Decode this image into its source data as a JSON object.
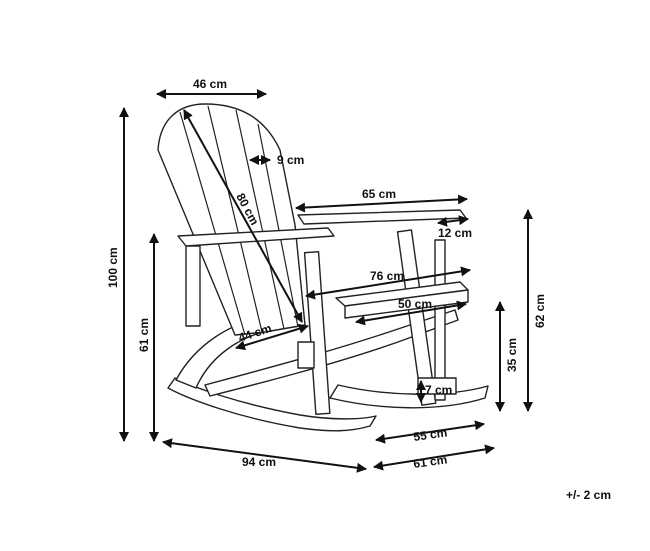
{
  "diagram": {
    "dimensions": {
      "back_width": "46 cm",
      "slat_gap": "9 cm",
      "back_length": "80 cm",
      "armrest_length": "65 cm",
      "armrest_width": "12 cm",
      "total_height": "100 cm",
      "arm_height": "61 cm",
      "seat_width": "76 cm",
      "seat_depth": "50 cm",
      "back_depth": "44 cm",
      "front_height": "62 cm",
      "seat_height": "35 cm",
      "rocker_height": "7 cm",
      "total_depth": "94 cm",
      "rocker_front": "55 cm",
      "total_width": "61 cm"
    },
    "tolerance": "+/- 2 cm"
  }
}
